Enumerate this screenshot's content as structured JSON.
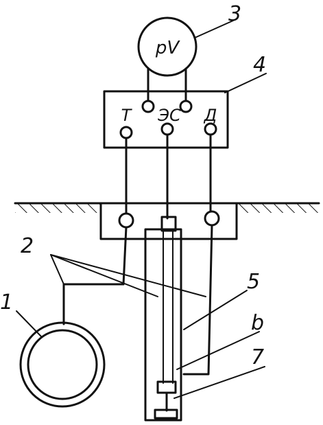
{
  "meter": {
    "label": "pV"
  },
  "terminals": {
    "t": "Т",
    "es": "ЭС",
    "d": "Д"
  },
  "callouts": {
    "n1": "1",
    "n2": "2",
    "n3": "3",
    "n4": "4",
    "n5": "5",
    "n6": "b",
    "n7": "7"
  }
}
